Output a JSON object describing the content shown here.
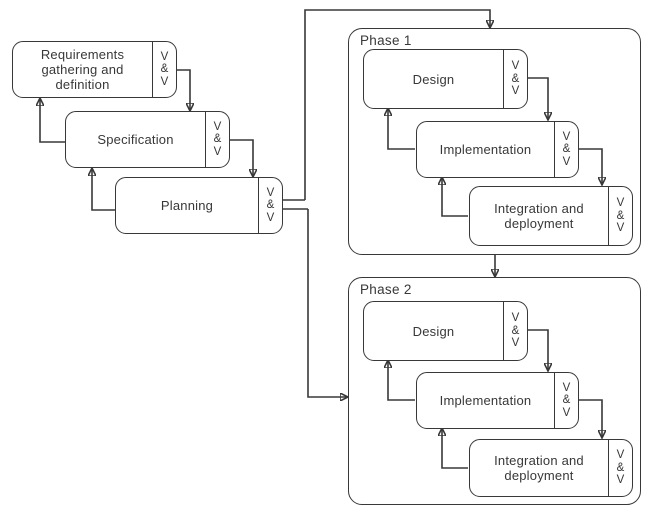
{
  "colors": {
    "line": "#383838",
    "background": "#ffffff"
  },
  "vv": {
    "label": "V\n&\nV"
  },
  "left_flow": {
    "boxes": [
      {
        "label": "Requirements gathering and definition"
      },
      {
        "label": "Specification"
      },
      {
        "label": "Planning"
      }
    ]
  },
  "phases": [
    {
      "label": "Phase 1",
      "boxes": [
        {
          "label": "Design"
        },
        {
          "label": "Implementation"
        },
        {
          "label": "Integration and deployment"
        }
      ]
    },
    {
      "label": "Phase 2",
      "boxes": [
        {
          "label": "Design"
        },
        {
          "label": "Implementation"
        },
        {
          "label": "Integration and deployment"
        }
      ]
    }
  ]
}
